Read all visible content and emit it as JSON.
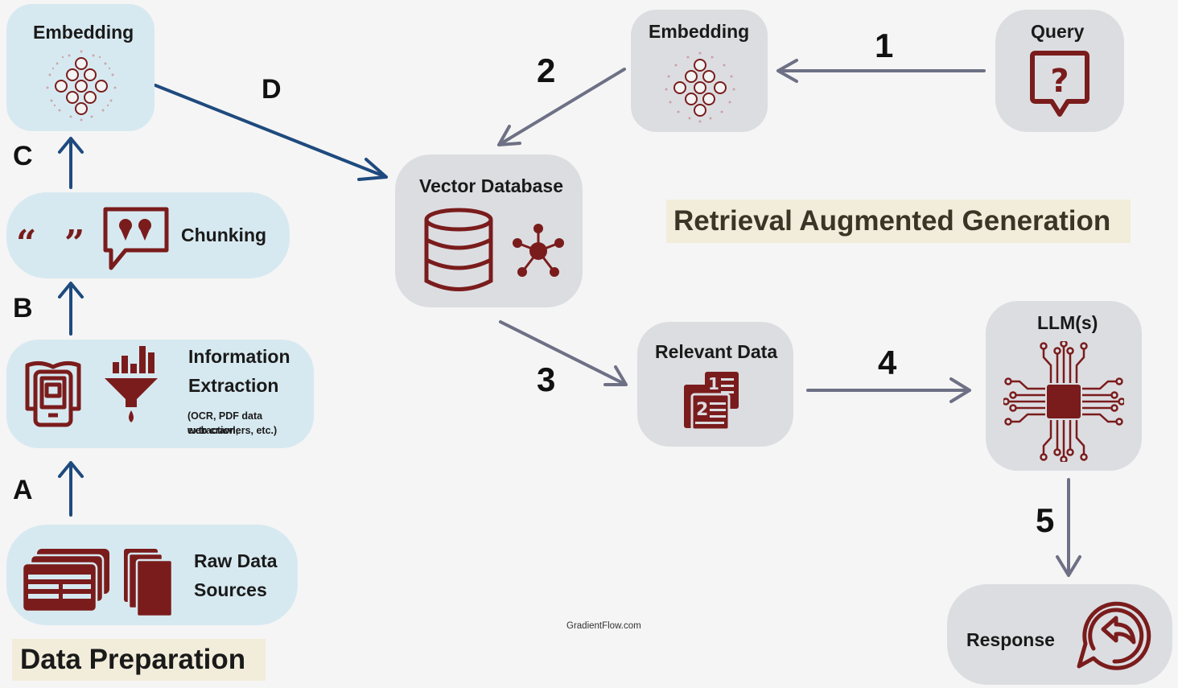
{
  "prep": {
    "title": "Data Preparation",
    "raw_data": [
      "Raw Data",
      "Sources"
    ],
    "info_extraction": [
      "Information",
      "Extraction"
    ],
    "info_extraction_note": [
      "(OCR, PDF data extraction,",
      "web crawlers, etc.)"
    ],
    "chunking": "Chunking",
    "embedding": "Embedding",
    "steps": [
      "A",
      "B",
      "C",
      "D"
    ]
  },
  "rag": {
    "title": "Retrieval Augmented Generation",
    "query": "Query",
    "embedding": "Embedding",
    "vector_db": "Vector Database",
    "relevant_data": "Relevant Data",
    "llm": "LLM(s)",
    "response": "Response",
    "steps": [
      "1",
      "2",
      "3",
      "4",
      "5"
    ]
  },
  "credit": "GradientFlow.com",
  "colors": {
    "icon": "#7a1c1c",
    "prep_arrow": "#1e4a7e",
    "rag_arrow": "#6e7085",
    "prep_node": "#d7e9f0",
    "rag_node": "#dcdde1",
    "banner": "#f2ecda"
  }
}
